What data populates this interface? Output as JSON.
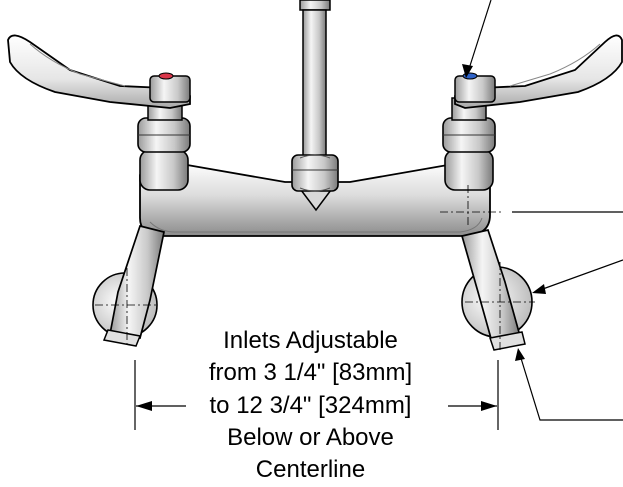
{
  "dimension_note": {
    "line1": "Inlets Adjustable",
    "line2": "from 3 1/4\" [83mm]",
    "line3": "to 12 3/4\" [324mm]",
    "line4": "Below or Above",
    "line5": "Centerline"
  },
  "colors": {
    "outline": "#000000",
    "metal_light": "#f2f2f2",
    "metal_mid": "#c8c8c8",
    "metal_dark": "#8a8a8a",
    "hot_indicator": "#d9364a",
    "cold_indicator": "#2f63c8"
  }
}
